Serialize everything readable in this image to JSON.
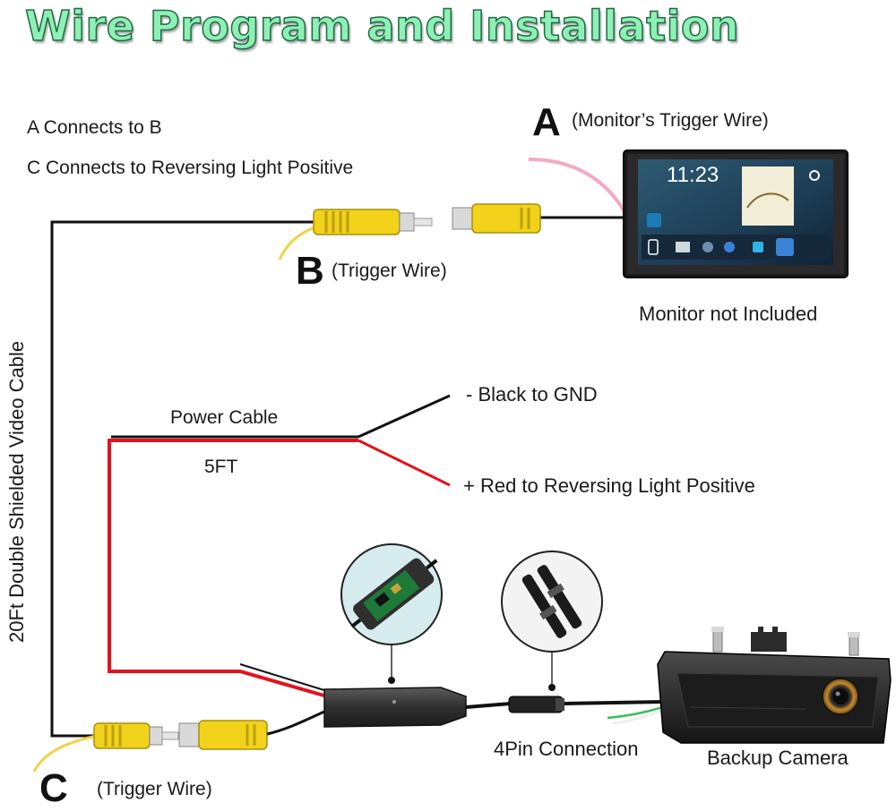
{
  "title": "Wire Program and Installation",
  "instructions": {
    "line1": "A Connects to B",
    "line2": "C Connects to Reversing Light Positive"
  },
  "labels": {
    "a_letter": "A",
    "a_text": "(Monitor’s Trigger Wire)",
    "b_letter": "B",
    "b_text": "(Trigger Wire)",
    "c_letter": "C",
    "c_text": "(Trigger Wire)",
    "monitor_note": "Monitor not Included",
    "cable_vertical": "20Ft Double Shielded Video Cable",
    "power_cable": "Power Cable",
    "length": "5FT",
    "black_wire": "- Black to GND",
    "red_wire": "+ Red to Reversing Light Positive",
    "connector": "4Pin Connection",
    "camera": "Backup Camera"
  },
  "monitor_screen": {
    "time": "11:23"
  },
  "colors": {
    "title_fill": "#8ef0b4",
    "title_stroke": "#1f6b45",
    "rca_yellow": "#f2d21a",
    "red_wire": "#e0141e",
    "black_wire": "#111111",
    "trigger_wire": "#f1d24a",
    "monitor_trigger": "#f4a9c0"
  }
}
